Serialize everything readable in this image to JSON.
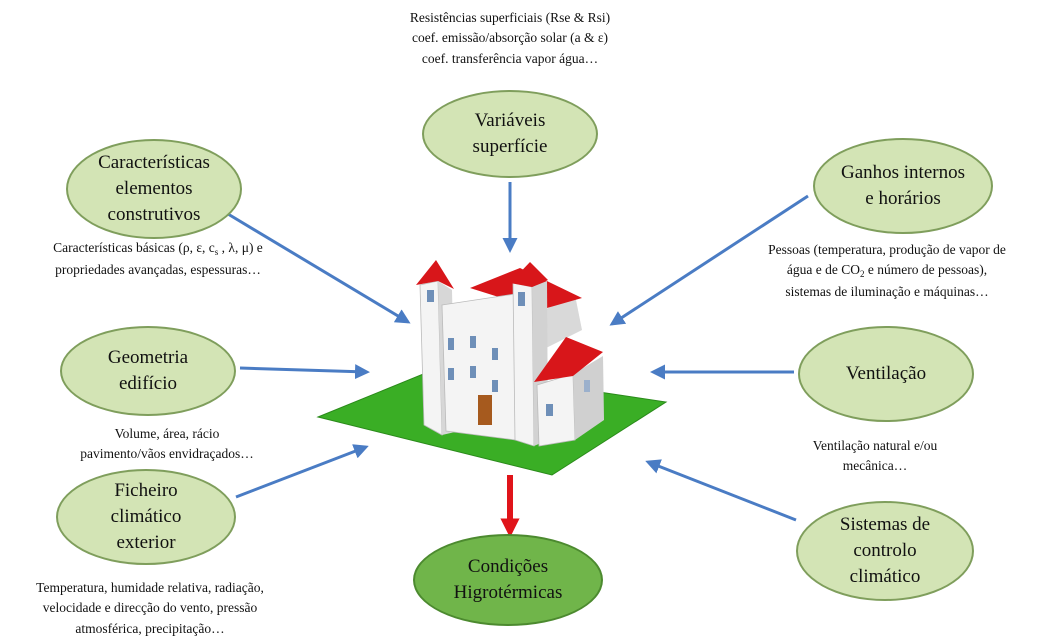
{
  "colors": {
    "node_fill": "#d3e4b5",
    "node_border": "#7f9e5c",
    "result_fill": "#70b54a",
    "arrow_input": "#4a7cc4",
    "arrow_output": "#e0141a",
    "ground": "#3aae25",
    "roof": "#d8161a",
    "door": "#a65a1e"
  },
  "nodes": {
    "surface": {
      "label": "Variáveis\nsuperfície"
    },
    "construction": {
      "label": "Características\nelementos\nconstrutivos"
    },
    "internal_gains": {
      "label": "Ganhos internos\ne horários"
    },
    "geometry": {
      "label": "Geometria\nedifício"
    },
    "ventilation": {
      "label": "Ventilação"
    },
    "climate_file": {
      "label": "Ficheiro\nclimático\nexterior"
    },
    "climate_control": {
      "label": "Sistemas de\ncontrolo\nclimático"
    },
    "result": {
      "label": "Condições\nHigrotérmicas"
    }
  },
  "descriptions": {
    "surface": "Resistências superficiais (Rse & Rsi)\ncoef. emissão/absorção solar (a & ε)\ncoef. transferência vapor água…",
    "construction": {
      "before_sub": "Características básicas (ρ, ε, c",
      "sub": "s",
      "after_sub": " , λ, μ) e\npropriedades avançadas, espessuras…"
    },
    "internal_gains": {
      "before_sub": "Pessoas (temperatura, produção de vapor de\nágua e de CO",
      "sub": "2",
      "after_sub": " e número de pessoas),\nsistemas de iluminação e máquinas…"
    },
    "geometry": "Volume, área, rácio\npavimento/vãos envidraçados…",
    "ventilation": "Ventilação natural e/ou\nmecânica…",
    "climate_file": "Temperatura, humidade relativa, radiação,\nvelocidade e direcção do vento, pressão\natmosférica, precipitação…"
  }
}
